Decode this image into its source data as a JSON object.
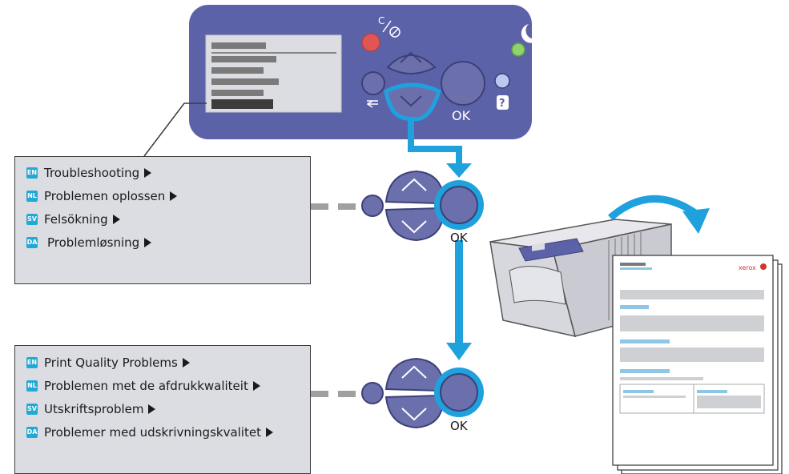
{
  "colors": {
    "panel": "#5c62a8",
    "panel_dark": "#4a4f96",
    "button": "#6b70ad",
    "highlight": "#1ea1dc",
    "badge": "#21a9d6",
    "menu_bg": "#dcdde3",
    "red_led": "#e05555",
    "green_led": "#8ed36b",
    "blue_led": "#b9c9ef"
  },
  "control_panel": {
    "clear_stop_label": "C/⊘",
    "ok_label": "OK",
    "help_label": "?",
    "back_label": "⮌",
    "icons": [
      "power-saver-moon-icon",
      "clear-stop-icon",
      "back-icon",
      "help-icon"
    ]
  },
  "menu1": {
    "items": [
      {
        "lang": "EN",
        "label": "Troubleshooting"
      },
      {
        "lang": "NL",
        "label": "Problemen oplossen"
      },
      {
        "lang": "SV",
        "label": "Felsökning"
      },
      {
        "lang": "DA",
        "label": "Problemløsning"
      }
    ]
  },
  "menu2": {
    "items": [
      {
        "lang": "EN",
        "label": "Print Quality Problems"
      },
      {
        "lang": "NL",
        "label": "Problemen met de afdrukkwaliteit"
      },
      {
        "lang": "SV",
        "label": "Utskriftsproblem"
      },
      {
        "lang": "DA",
        "label": "Problemer med udskrivningskvalitet"
      }
    ]
  },
  "keypad1": {
    "ok_label": "OK"
  },
  "keypad2": {
    "ok_label": "OK"
  },
  "report": {
    "brand": "xerox"
  }
}
